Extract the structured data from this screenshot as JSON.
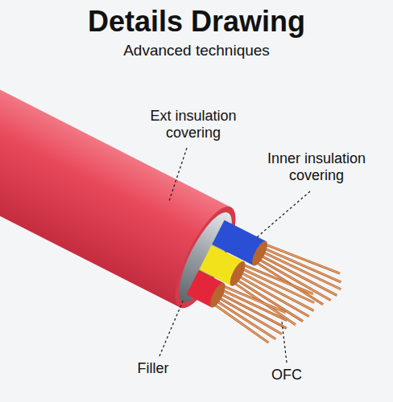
{
  "diagram": {
    "title": "Details Drawing",
    "labels": [
      "Advanced techniques",
      "Ext insulation covering",
      "Inner insulation covering",
      "Filler",
      "OFC"
    ]
  }
}
